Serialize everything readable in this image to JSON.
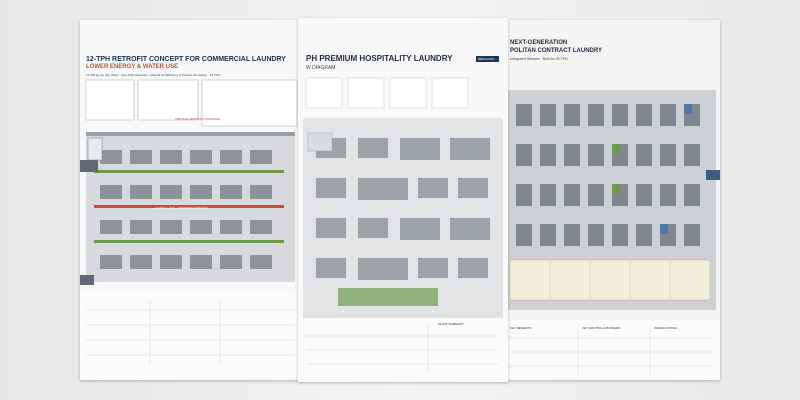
{
  "panel1": {
    "title": "12-TPH RETROFIT CONCEPT FOR COMMERCIAL LAUNDRY",
    "subtitle": "LOWER ENERGY & WATER USE",
    "meta": "12,000 kg per day (Max) · One-Shift Operation · Retrofit for Efficiency & Process Sensitivity · 12 TPH",
    "highlight": "CRITICAL RETROFIT FINISHING",
    "zone_label": "12,000 kg DAY · RETROFIT FINISHING"
  },
  "panel2": {
    "title": "PH PREMIUM HOSPITALITY LAUNDRY",
    "subtitle": "W DIAGRAM",
    "badge": "REDUCING ...",
    "footer": "PLANT SUMMARY"
  },
  "panel3": {
    "title_line1": "NEXT-GENERATION",
    "title_line2": "POLITAN CONTRACT LAUNDRY",
    "meta": "Integrated Streams · Built for 25 TPH",
    "footer_left": "KEY BENEFITS",
    "footer_mid": "KEY ROUTING & BUFFERS",
    "footer_right": "DESIGN NOTES"
  },
  "colors": {
    "navy": "#17324f",
    "orange": "#b2552a",
    "accent_red": "#d24b3a",
    "green": "#6e9a4c"
  }
}
